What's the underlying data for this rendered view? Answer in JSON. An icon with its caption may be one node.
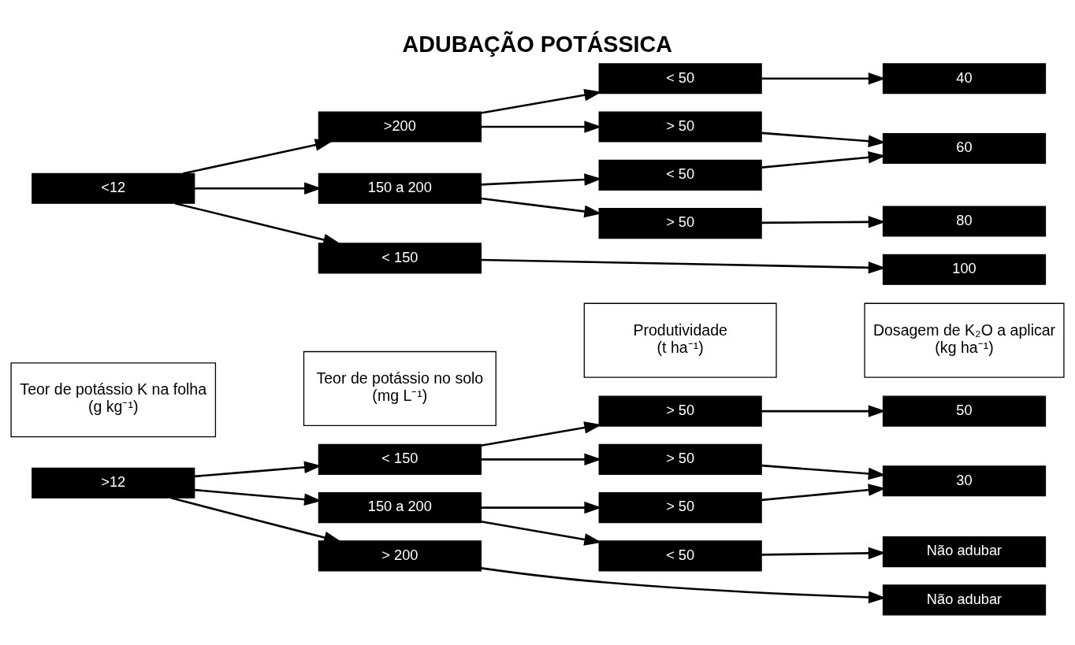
{
  "diagram": {
    "title": "ADUBAÇÃO POTÁSSICA",
    "nodes": [
      {
        "text": [
          ">12"
        ]
      },
      {
        "text": [
          "> 200"
        ]
      },
      {
        "text": [
          "150 a 200"
        ]
      },
      {
        "text": [
          "< 150"
        ]
      },
      {
        "text": [
          "< 50"
        ]
      },
      {
        "text": [
          "> 50"
        ]
      },
      {
        "text": [
          "> 50"
        ]
      },
      {
        "text": [
          "> 50"
        ]
      },
      {
        "text": [
          "Não adubar"
        ]
      },
      {
        "text": [
          "Não adubar"
        ]
      },
      {
        "text": [
          "30"
        ]
      },
      {
        "text": [
          "50"
        ]
      },
      {
        "text": [
          "<12"
        ]
      },
      {
        "text": [
          ">200"
        ]
      },
      {
        "text": [
          "150 a 200"
        ]
      },
      {
        "text": [
          "< 150"
        ]
      },
      {
        "text": [
          "< 50"
        ]
      },
      {
        "text": [
          "> 50"
        ]
      },
      {
        "text": [
          "< 50"
        ]
      },
      {
        "text": [
          "> 50"
        ]
      },
      {
        "text": [
          "40"
        ]
      },
      {
        "text": [
          "60"
        ]
      },
      {
        "text": [
          "80"
        ]
      },
      {
        "text": [
          "100"
        ]
      }
    ],
    "edges": [
      {
        "from": 0,
        "to": 1,
        "arrow": "to"
      },
      {
        "from": 0,
        "to": 2,
        "arrow": "to"
      },
      {
        "from": 0,
        "to": 3,
        "arrow": "to"
      },
      {
        "from": 1,
        "to": 8,
        "arrow": "to"
      },
      {
        "from": 2,
        "to": 4,
        "arrow": "to"
      },
      {
        "from": 2,
        "to": 5,
        "arrow": "to"
      },
      {
        "from": 3,
        "to": 6,
        "arrow": "to"
      },
      {
        "from": 3,
        "to": 7,
        "arrow": "to"
      },
      {
        "from": 4,
        "to": 9,
        "arrow": "to"
      },
      {
        "from": 5,
        "to": 10,
        "arrow": "to"
      },
      {
        "from": 6,
        "to": 10,
        "arrow": "to"
      },
      {
        "from": 7,
        "to": 11,
        "arrow": "to"
      },
      {
        "from": 12,
        "to": 13,
        "arrow": "to"
      },
      {
        "from": 12,
        "to": 14,
        "arrow": "to"
      },
      {
        "from": 12,
        "to": 15,
        "arrow": "to"
      },
      {
        "from": 13,
        "to": 16,
        "arrow": "to"
      },
      {
        "from": 13,
        "to": 17,
        "arrow": "to"
      },
      {
        "from": 14,
        "to": 18,
        "arrow": "to"
      },
      {
        "from": 14,
        "to": 19,
        "arrow": "to"
      },
      {
        "from": 16,
        "to": 20,
        "arrow": "to"
      },
      {
        "from": 17,
        "to": 21,
        "arrow": "to"
      },
      {
        "from": 18,
        "to": 21,
        "arrow": "to"
      },
      {
        "from": 19,
        "to": 22,
        "arrow": "to"
      },
      {
        "from": 15,
        "to": 23,
        "arrow": "to"
      }
    ],
    "labels": [
      "Teor de potássio K na folha (g kg⁻¹)",
      "Teor de potássio no solo (mg L⁻¹)",
      "Produtividade (t ha⁻¹)",
      "Dosagem de K₂O a aplicar (kg ha⁻¹)"
    ]
  }
}
